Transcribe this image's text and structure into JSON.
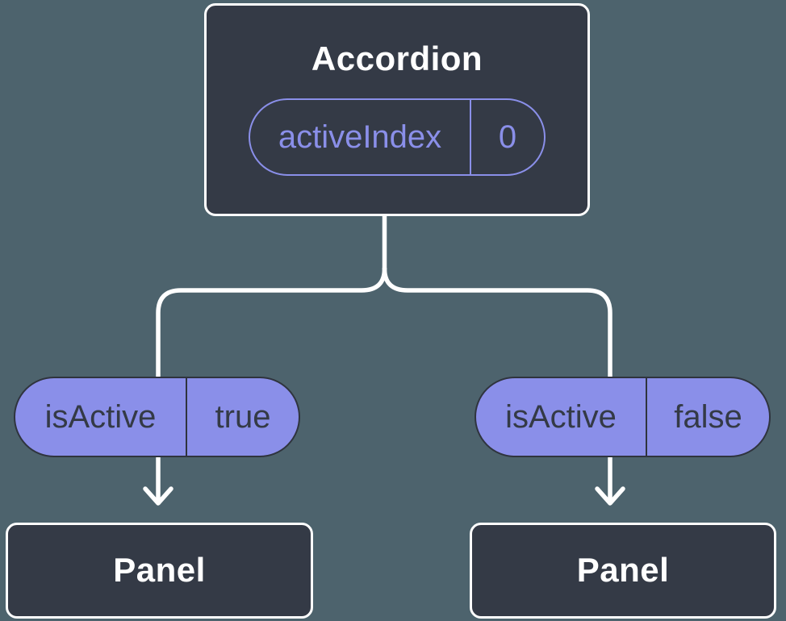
{
  "diagram": {
    "root": {
      "title": "Accordion",
      "state": {
        "name": "activeIndex",
        "value": "0"
      }
    },
    "branches": [
      {
        "prop": {
          "name": "isActive",
          "value": "true"
        },
        "child": {
          "title": "Panel"
        }
      },
      {
        "prop": {
          "name": "isActive",
          "value": "false"
        },
        "child": {
          "title": "Panel"
        }
      }
    ],
    "colors": {
      "bg": "#4d636d",
      "node_fill": "#343a46",
      "node_border": "#ffffff",
      "accent": "#8a8fe9",
      "pill_text": "#343a46",
      "pill_border": "#2f343e",
      "connector": "#ffffff"
    }
  }
}
